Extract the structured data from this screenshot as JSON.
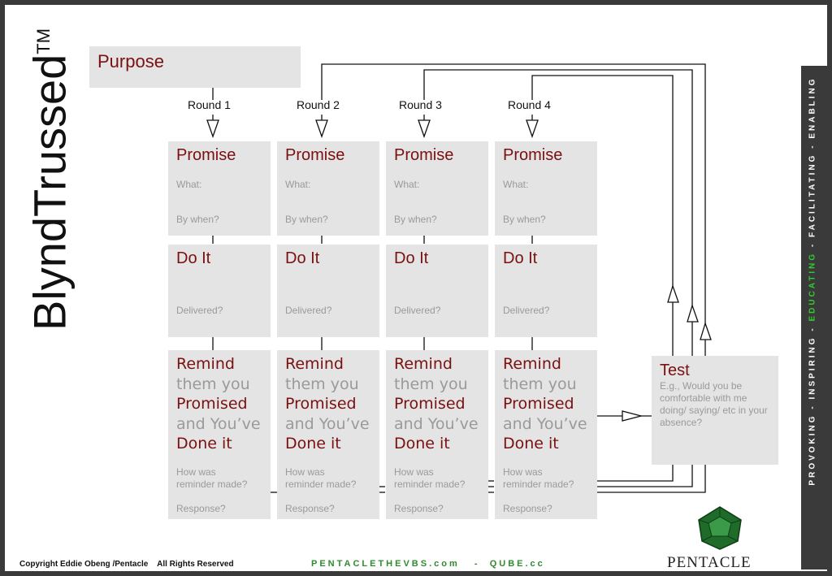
{
  "brand": {
    "name": "BlyndTrussed",
    "tm": "TM"
  },
  "purpose_label": "Purpose",
  "rounds": [
    {
      "label": "Round 1"
    },
    {
      "label": "Round 2"
    },
    {
      "label": "Round 3"
    },
    {
      "label": "Round 4"
    }
  ],
  "promise": {
    "title": "Promise",
    "what": "What:",
    "by_when": "By when?"
  },
  "doit": {
    "title": "Do It",
    "delivered": "Delivered?"
  },
  "remind": {
    "line1": "Remind",
    "line2": "them you",
    "line3": "Promised",
    "line4": "and You’ve",
    "line5": "Done it",
    "how1": "How was",
    "how2": "reminder made?",
    "response": "Response?"
  },
  "test": {
    "title": "Test",
    "text": "E.g.,  Would you be comfortable with me doing/ saying/ etc in your absence?"
  },
  "tagline": {
    "pre": "PROVOKING - INSPIRING - ",
    "highlight": "EDUCATING",
    "post": " - FACILITATING - ENABLING"
  },
  "footer": {
    "copyright": "Copyright Eddie Obeng /Pentacle    All Rights Reserved",
    "website": "PENTACLETHEVBS.com   -  QUBE.cc"
  },
  "logo": {
    "name": "PENTACLE"
  },
  "colors": {
    "accent_red": "#7a1010",
    "box_grey": "#e4e4e4",
    "text_grey": "#9a9a9a",
    "highlight_green": "#33cc33",
    "frame_dark": "#3a3a3a"
  }
}
